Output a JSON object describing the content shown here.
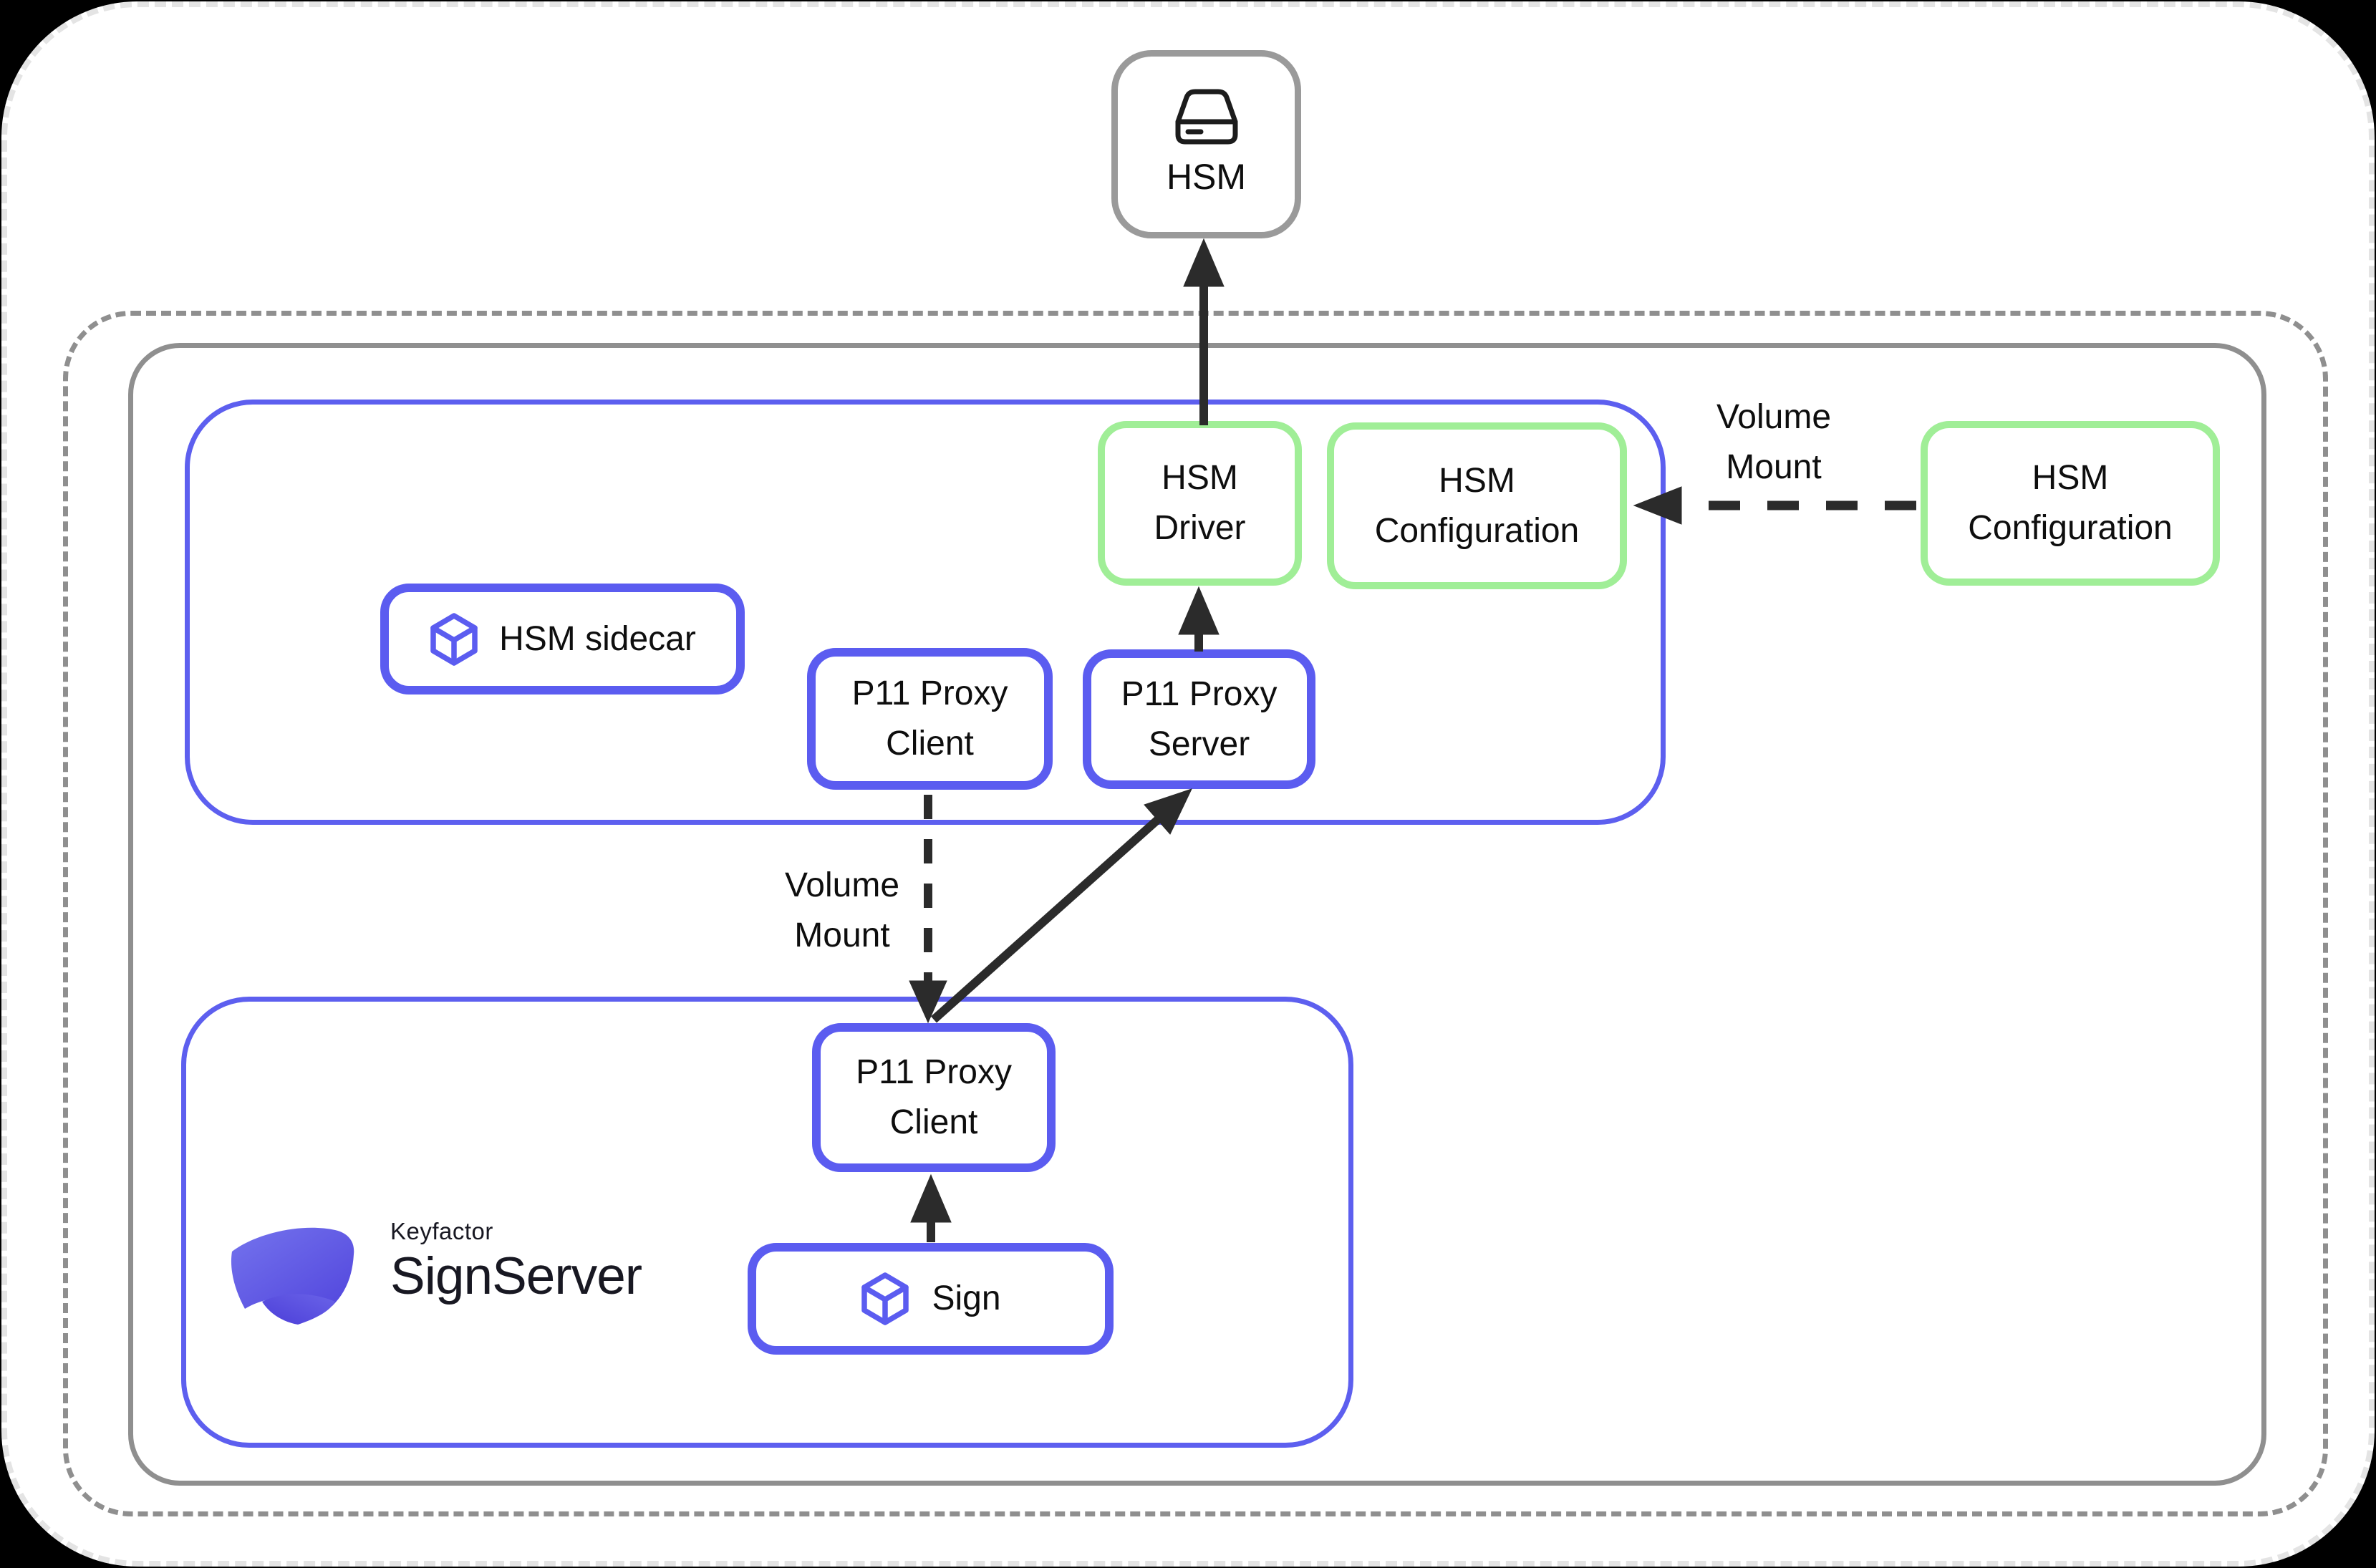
{
  "diagram": {
    "title_node": {
      "label": "HSM"
    },
    "nodes": {
      "hsm_driver": {
        "line1": "HSM",
        "line2": "Driver"
      },
      "hsm_config_inner": {
        "line1": "HSM",
        "line2": "Configuration"
      },
      "hsm_config_outer": {
        "line1": "HSM",
        "line2": "Configuration"
      },
      "hsm_sidecar": {
        "label": "HSM sidecar"
      },
      "p11_proxy_client_upper": {
        "line1": "P11 Proxy",
        "line2": "Client"
      },
      "p11_proxy_server": {
        "line1": "P11 Proxy",
        "line2": "Server"
      },
      "p11_proxy_client_lower": {
        "line1": "P11 Proxy",
        "line2": "Client"
      },
      "sign": {
        "label": "Sign"
      }
    },
    "edge_labels": {
      "volume_mount_right": {
        "line1": "Volume",
        "line2": "Mount"
      },
      "volume_mount_middle": {
        "line1": "Volume",
        "line2": "Mount"
      }
    },
    "logo": {
      "brand": "Keyfactor",
      "product": "SignServer"
    },
    "colors": {
      "accent_blue": "#5b5cf0",
      "accent_green": "#a0ee97",
      "container_gray": "#8f8f8f",
      "hsm_border_gray": "#9a9a9a",
      "arrow_black": "#2b2b2b",
      "outer_dash": "#e4e4e4",
      "logo_indigo_light": "#7473ed",
      "logo_indigo_dark": "#4b3ed8"
    }
  }
}
